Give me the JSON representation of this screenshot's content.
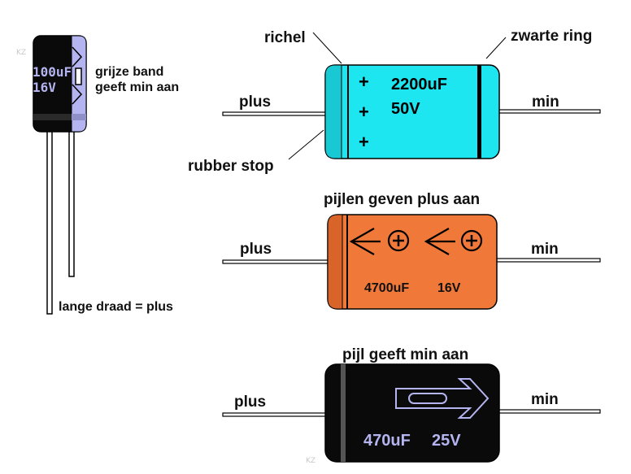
{
  "watermark": "KZ",
  "radial_capacitor": {
    "value": "100uF",
    "voltage": "16V",
    "note_line1": "grijze band",
    "note_line2": "geeft min aan",
    "lead_note": "lange draad = plus",
    "body_color": "#0a0a0a",
    "band_color": "#b4b4f0"
  },
  "axial_cyan": {
    "value": "2200uF",
    "voltage": "50V",
    "plus_signs": [
      "+",
      "+",
      "+"
    ],
    "label_left": "plus",
    "label_right": "min",
    "label_groove": "richel",
    "label_ring": "zwarte ring",
    "label_stopper": "rubber stop",
    "body_color": "#1ee6f0"
  },
  "axial_orange": {
    "title": "pijlen geven plus aan",
    "value": "4700uF",
    "voltage": "16V",
    "label_left": "plus",
    "label_right": "min",
    "body_color": "#f07838"
  },
  "axial_black": {
    "title": "pijl geeft min aan",
    "value": "470uF",
    "voltage": "25V",
    "label_left": "plus",
    "label_right": "min",
    "body_color": "#0a0a0a",
    "text_color": "#b4b4f0"
  }
}
